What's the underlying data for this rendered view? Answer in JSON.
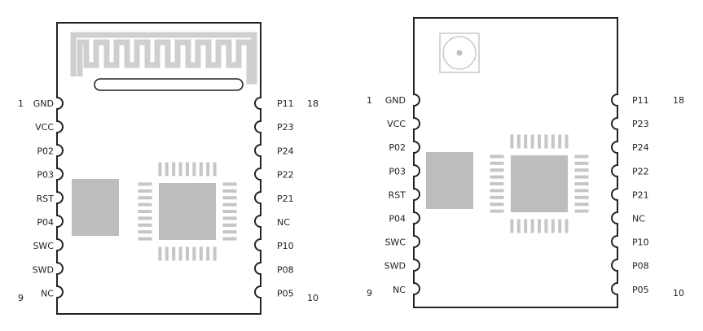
{
  "module_a": {
    "left_pins": [
      "GND",
      "VCC",
      "P02",
      "P03",
      "RST",
      "P04",
      "SWC",
      "SWD",
      "NC"
    ],
    "right_pins": [
      "P11",
      "P23",
      "P24",
      "P22",
      "P21",
      "NC",
      "P10",
      "P08",
      "P05"
    ],
    "left_numbers": {
      "first": "1",
      "last": "9"
    },
    "right_numbers": {
      "first": "18",
      "last": "10"
    }
  },
  "module_b": {
    "left_pins": [
      "GND",
      "VCC",
      "P02",
      "P03",
      "RST",
      "P04",
      "SWC",
      "SWD",
      "NC"
    ],
    "right_pins": [
      "P11",
      "P23",
      "P24",
      "P22",
      "P21",
      "NC",
      "P10",
      "P08",
      "P05"
    ],
    "left_numbers": {
      "first": "1",
      "last": "9"
    },
    "right_numbers": {
      "first": "18",
      "last": "10"
    }
  },
  "colors": {
    "outline": "#222222",
    "component": "#bdbdbd",
    "antenna": "#cfcfcf"
  }
}
